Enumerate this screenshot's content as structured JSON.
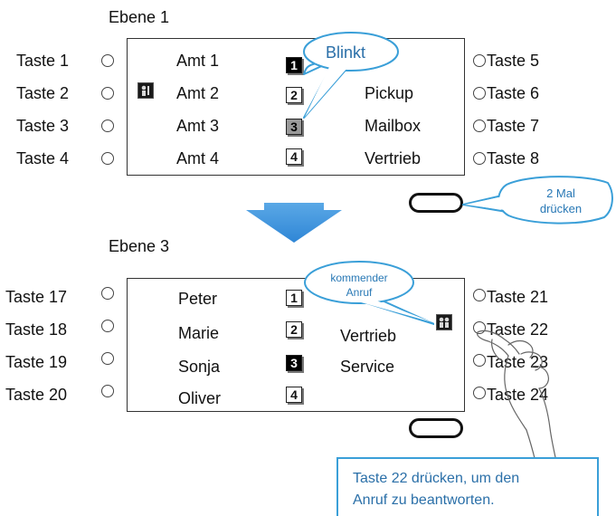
{
  "level1": {
    "title": "Ebene 1",
    "left_keys": [
      "Taste 1",
      "Taste 2",
      "Taste 3",
      "Taste 4"
    ],
    "right_keys": [
      "Taste 5",
      "Taste 6",
      "Taste 7",
      "Taste 8"
    ],
    "lines": [
      "Amt 1",
      "Amt 2",
      "Amt 3",
      "Amt 4"
    ],
    "numbers": [
      "1",
      "2",
      "3",
      "4"
    ],
    "right_labels": [
      "Pickup",
      "Mailbox",
      "Vertrieb"
    ],
    "bubble": "Blinkt",
    "press_bubble_line1": "2 Mal",
    "press_bubble_line2": "drücken"
  },
  "level3": {
    "title": "Ebene 3",
    "left_keys": [
      "Taste 17",
      "Taste 18",
      "Taste 19",
      "Taste 20"
    ],
    "right_keys": [
      "Taste 21",
      "Taste 22",
      "Taste 23",
      "Taste 24"
    ],
    "names": [
      "Peter",
      "Marie",
      "Sonja",
      "Oliver"
    ],
    "numbers": [
      "1",
      "2",
      "3",
      "4"
    ],
    "right_labels": [
      "Vertrieb",
      "Service"
    ],
    "bubble_line1": "kommender",
    "bubble_line2": "Anruf"
  },
  "note": {
    "line1": "Taste 22 drücken, um den",
    "line2": "Anruf  zu beantworten."
  },
  "colors": {
    "accent_blue": "#3a9fd8",
    "arrow_blue": "#2f86d6",
    "note_text": "#2a6fa8"
  }
}
